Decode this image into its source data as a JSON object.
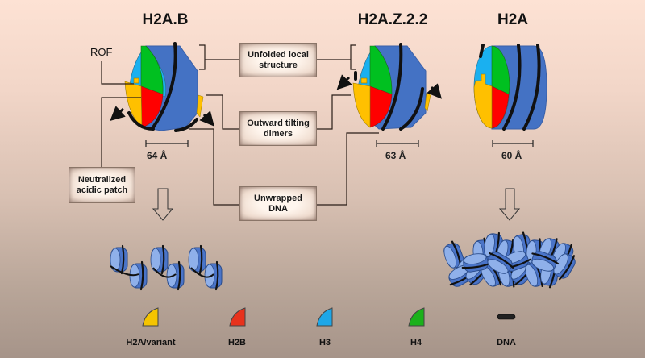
{
  "variants": [
    {
      "name": "H2A.B",
      "size": "64 Å"
    },
    {
      "name": "H2A.Z.2.2",
      "size": "63 Å"
    },
    {
      "name": "H2A",
      "size": "60 Å"
    }
  ],
  "annotations": {
    "rof": "ROF",
    "unfolded_line1": "Unfolded local",
    "unfolded_line2": "structure",
    "tilting_line1": "Outward tilting",
    "tilting_line2": "dimers",
    "unwrapped_line1": "Unwrapped",
    "unwrapped_line2": "DNA",
    "patch_line1": "Neutralized",
    "patch_line2": "acidic patch"
  },
  "legend": [
    {
      "label": "H2A/variant",
      "color": "#f5c400",
      "icon": "histone-wedge-icon"
    },
    {
      "label": "H2B",
      "color": "#e8321c",
      "icon": "histone-wedge-icon"
    },
    {
      "label": "H3",
      "color": "#1ea7e8",
      "icon": "histone-wedge-icon"
    },
    {
      "label": "H4",
      "color": "#1bb11b",
      "icon": "histone-wedge-icon"
    },
    {
      "label": "DNA",
      "color": "#222222",
      "icon": "dna-bar-icon"
    }
  ],
  "colors": {
    "h2a": "#ffc000",
    "h2b": "#ff0000",
    "h3": "#1ab0f0",
    "h4": "#00c020",
    "core": "#4472c4",
    "dna": "#111111"
  }
}
